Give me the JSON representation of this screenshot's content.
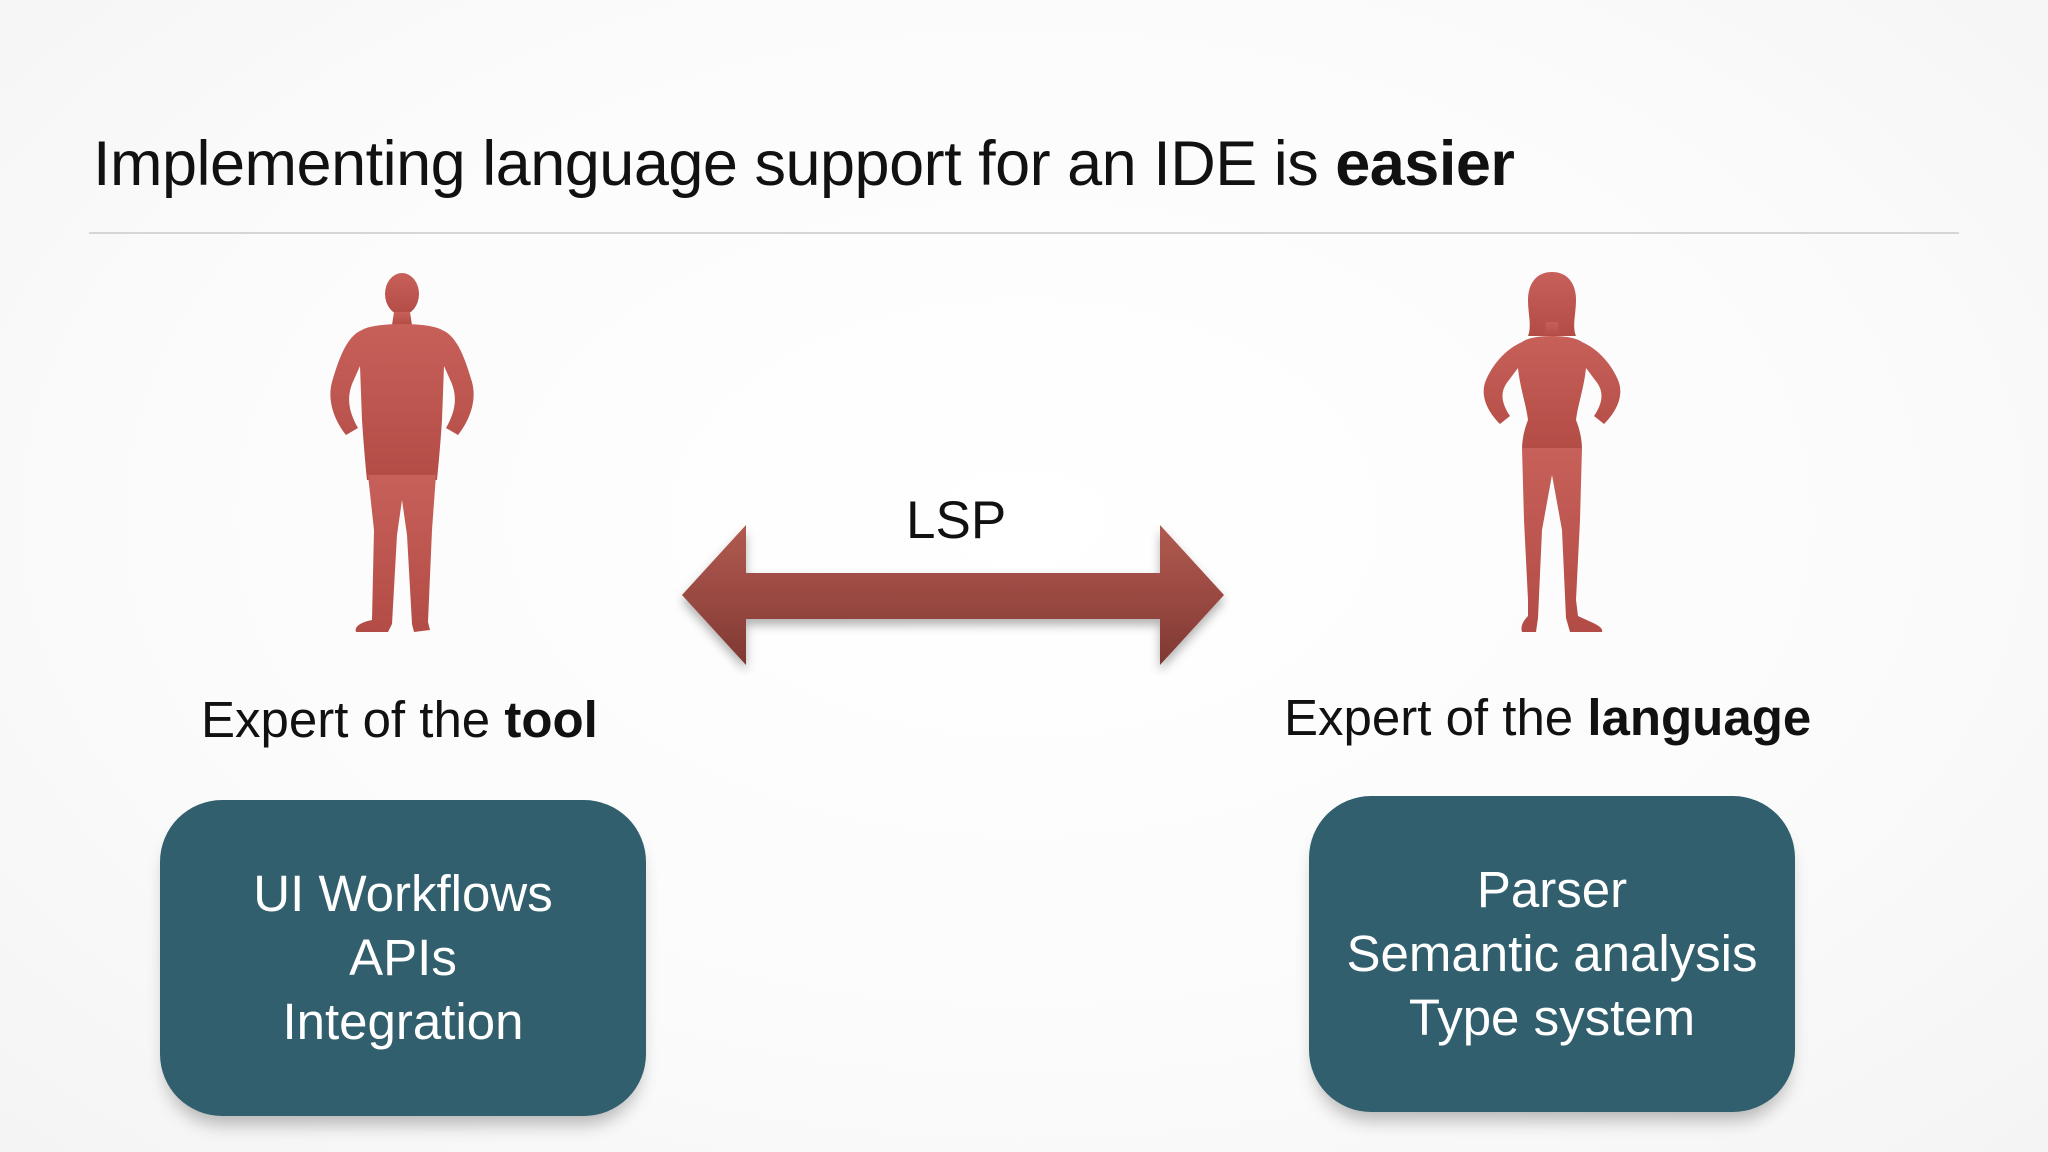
{
  "title": {
    "prefix": "Implementing language support for an IDE is ",
    "emphasis": "easier"
  },
  "arrow": {
    "label": "LSP",
    "color": "#9a4a42"
  },
  "left": {
    "caption_prefix": "Expert of the ",
    "caption_emphasis": "tool",
    "box_lines": [
      "UI Workflows",
      "APIs",
      "Integration"
    ]
  },
  "right": {
    "caption_prefix": "Expert of the ",
    "caption_emphasis": "language",
    "box_lines": [
      "Parser",
      "Semantic analysis",
      "Type system"
    ]
  },
  "colors": {
    "figure": "#c45c54",
    "box": "#325f6d",
    "rule": "#d6d6d6"
  },
  "icons": {
    "left": "man-silhouette-icon",
    "right": "woman-silhouette-icon",
    "arrow": "double-arrow-icon"
  }
}
